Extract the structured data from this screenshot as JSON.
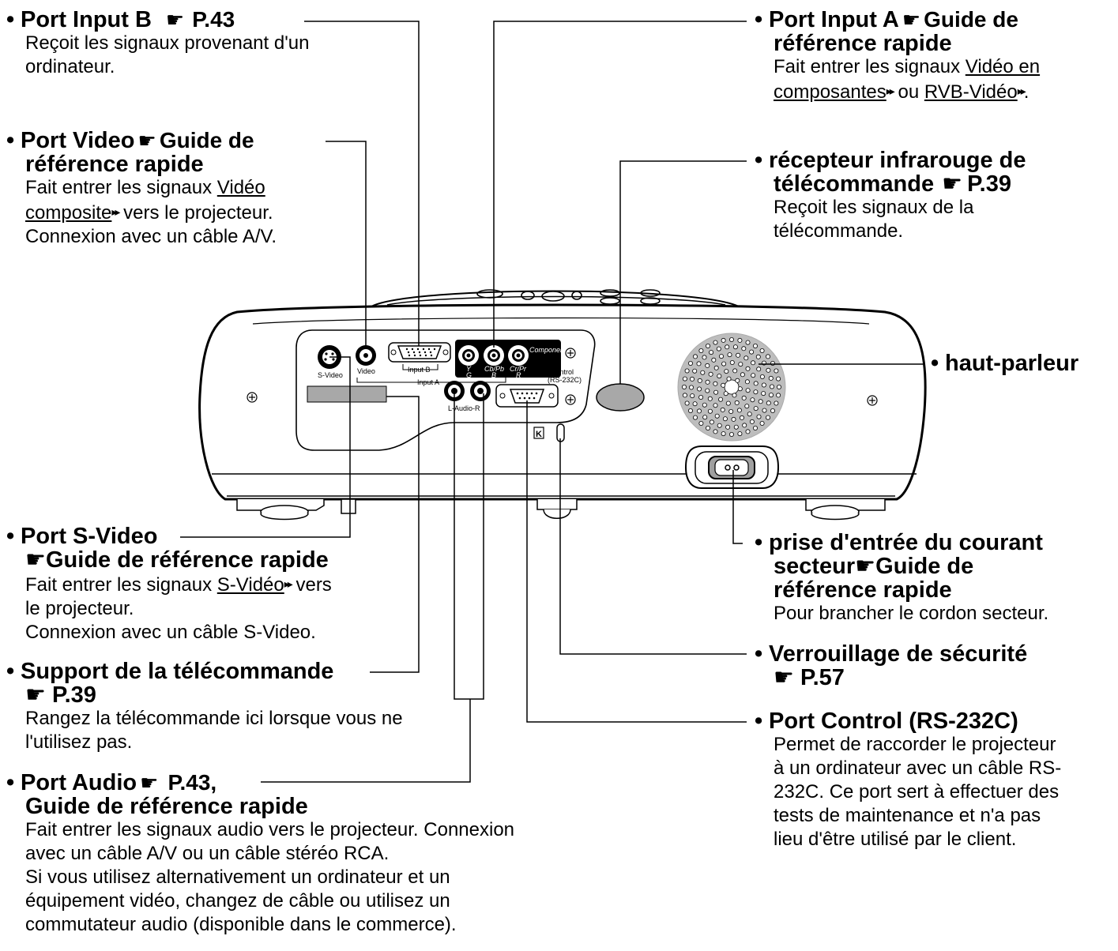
{
  "hand_glyph": "☛",
  "link_marker": "▸▸",
  "callouts": {
    "input_b": {
      "title": "Port Input B",
      "ref": "P.43",
      "desc1": "Reçoit les signaux provenant d'un",
      "desc2": "ordinateur."
    },
    "video": {
      "title": "Port Video",
      "ref": "Guide de",
      "title2": "référence rapide",
      "desc1_pre": "Fait entrer les signaux ",
      "desc1_link": "Vidéo",
      "desc2_link": "composite",
      "desc2_post": " vers le projecteur.",
      "desc3": "Connexion avec un câble A/V."
    },
    "input_a": {
      "title": "Port Input A",
      "ref": "Guide de",
      "title2": "référence rapide",
      "desc1_pre": "Fait entrer les signaux ",
      "desc1_link": "Vidéo en",
      "desc2_link1": "composantes",
      "desc2_mid": " ou ",
      "desc2_link2": "RVB-Vidéo",
      "desc2_post": "."
    },
    "ir": {
      "title": "récepteur infrarouge de",
      "title2": "télécommande",
      "ref": "P.39",
      "desc1": "Reçoit les signaux de la",
      "desc2": "télécommande."
    },
    "speaker": {
      "title": "haut-parleur"
    },
    "s_video": {
      "title": "Port S-Video",
      "ref": "Guide de référence rapide",
      "desc1_pre": "Fait entrer les signaux ",
      "desc1_link": "S-Vidéo",
      "desc1_post": " vers",
      "desc2": "le projecteur.",
      "desc3": "Connexion avec un câble S-Video."
    },
    "remote": {
      "title": "Support de la télécommande",
      "ref": "P.39",
      "desc1": "Rangez la télécommande ici lorsque vous ne",
      "desc2": "l'utilisez pas."
    },
    "audio": {
      "title": "Port Audio",
      "ref": "P.43,",
      "title2": "Guide de référence rapide",
      "desc1": "Fait entrer les signaux audio vers le projecteur. Connexion",
      "desc2": "avec un câble A/V ou un câble stéréo RCA.",
      "desc3": "Si vous utilisez alternativement un ordinateur et un",
      "desc4": "équipement vidéo, changez de câble ou utilisez un",
      "desc5": "commutateur audio (disponible dans le commerce)."
    },
    "power": {
      "title": "prise d'entrée du courant",
      "title2": "secteur",
      "ref": "Guide de",
      "title3": "référence rapide",
      "desc1": "Pour brancher le cordon secteur."
    },
    "lock": {
      "title": "Verrouillage de sécurité",
      "ref": "P.57"
    },
    "control": {
      "title": "Port Control (RS-232C)",
      "desc1": "Permet de raccorder le projecteur",
      "desc2": "à un ordinateur avec un câble RS-",
      "desc3": "232C. Ce port sert à effectuer des",
      "desc4": "tests de maintenance et n'a pas",
      "desc5": "lieu d'être utilisé par le client."
    }
  },
  "panel_labels": {
    "s_video": "S-Video",
    "video": "Video",
    "input_b": "Input B",
    "input_a": "Input A",
    "y": "Y",
    "g": "G",
    "cb": "Cb/Pb",
    "b": "B",
    "cr": "Cr/Pr",
    "r": "R",
    "component": "Component",
    "audio": "L-Audio-R",
    "control": "Control",
    "rs232": "(RS-232C)"
  }
}
